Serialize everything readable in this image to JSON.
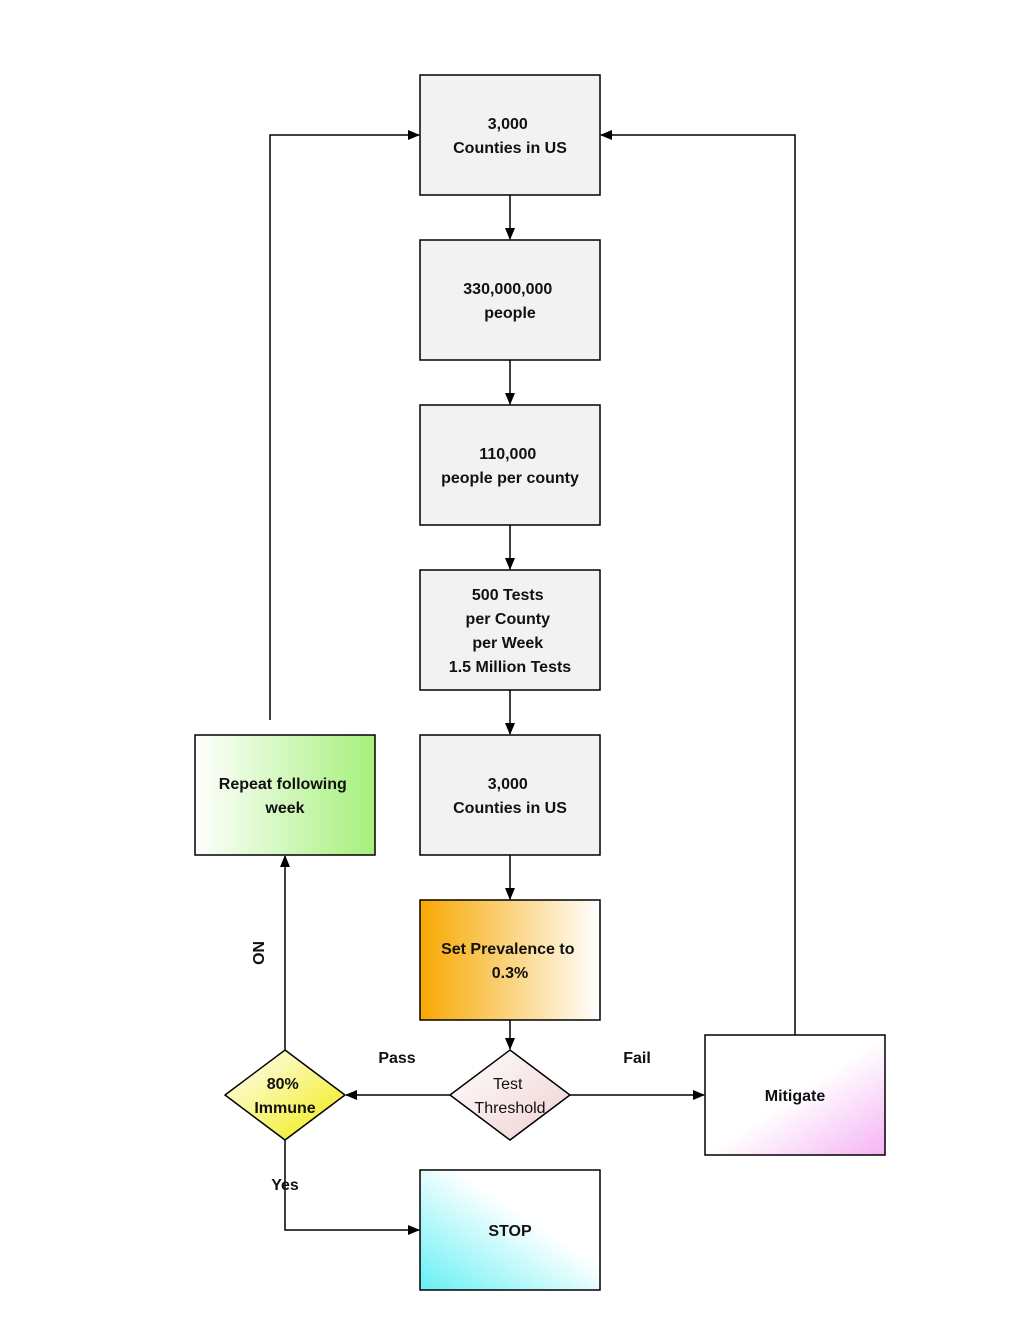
{
  "nodes": {
    "counties_top": {
      "lines": [
        "3,000",
        "Counties in US"
      ]
    },
    "people": {
      "lines": [
        "330,000,000",
        "people"
      ]
    },
    "people_per_county": {
      "lines": [
        "110,000",
        "people per county"
      ]
    },
    "tests": {
      "lines": [
        "500 Tests",
        "per County",
        "per Week",
        "1.5 Million Tests"
      ]
    },
    "counties_mid": {
      "lines": [
        "3,000",
        "Counties in US"
      ]
    },
    "prevalence": {
      "lines": [
        "Set Prevalence to",
        "0.3%"
      ]
    },
    "test_threshold": {
      "lines": [
        "Test",
        "Threshold"
      ]
    },
    "immune": {
      "lines": [
        "80%",
        "Immune"
      ]
    },
    "repeat": {
      "lines": [
        "Repeat following",
        "week"
      ]
    },
    "mitigate": {
      "lines": [
        "Mitigate"
      ]
    },
    "stop": {
      "lines": [
        "STOP"
      ]
    }
  },
  "edge_labels": {
    "pass": "Pass",
    "fail": "Fail",
    "no": "NO",
    "yes": "Yes"
  },
  "colors": {
    "box_fill": "#f2f2f2",
    "stroke": "#000000",
    "prevalence_gradient": [
      "#f7a800",
      "#ffffff"
    ],
    "immune_gradient": [
      "#f5f000",
      "#ffffff"
    ],
    "repeat_gradient": [
      "#ffffff",
      "#a6f07a"
    ],
    "mitigate_gradient": [
      "#ffffff",
      "#f5b8f5"
    ],
    "stop_gradient": [
      "#7ff0f5",
      "#ffffff"
    ],
    "threshold_gradient": [
      "#ffffff",
      "#f2d6d6"
    ]
  }
}
